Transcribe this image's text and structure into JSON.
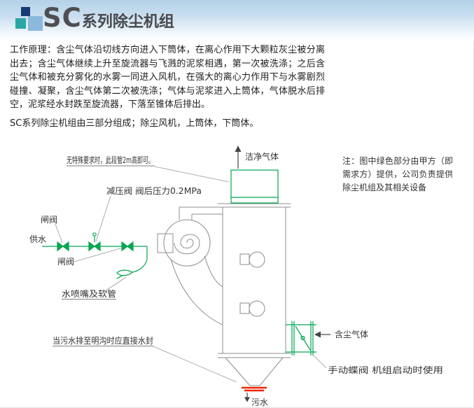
{
  "header": {
    "title_prefix": "SC",
    "title_suffix": "系列除尘机组"
  },
  "intro": {
    "paragraph1": "工作原理：含尘气体沿切线方向进入下筒体，在离心作用下大颗粒灰尘被分离出去；含尘气体继续上升至旋流器与飞溅的泥浆相遇，第一次被洗涤；之后含尘气体和被充分雾化的水雾一同进入风机，在强大的离心力作用下与水雾剧烈碰撞、凝聚，含尘气体第二次被洗涤；气体与泥浆进入上筒体，气体脱水后排空，泥浆经水封跌至旋流器，下落至锥体后排出。",
    "paragraph2": "SC系列除尘机组由三部分组成；除尘风机，上筒体，下筒体。"
  },
  "note": {
    "text": "注：图中绿色部分由甲方（即需求方）提供，公司负责提供除尘机组及其相关设备"
  },
  "diagram": {
    "labels": {
      "clean_gas": "洁净气体",
      "stack_note": "无特殊要求时，此段管2m高即可。",
      "pressure_valve": "减压阀 阀后压力0.2MPa",
      "gate_valve_upper": "闸阀",
      "water_supply": "供水",
      "gate_valve_lower": "闸阀",
      "spray_nozzle": "水喷嘴及软管",
      "drain_note": "当污水排至明沟时应直接水封",
      "sewage": "污水",
      "dusty_gas": "含尘气体",
      "butterfly_valve": "手动蝶阀 机组启动时使用"
    },
    "colors": {
      "owner_supplied_green": "#00a651",
      "structure_gray": "#8c8c8c",
      "seal_red": "#f02500",
      "label_color": "#333333"
    }
  }
}
